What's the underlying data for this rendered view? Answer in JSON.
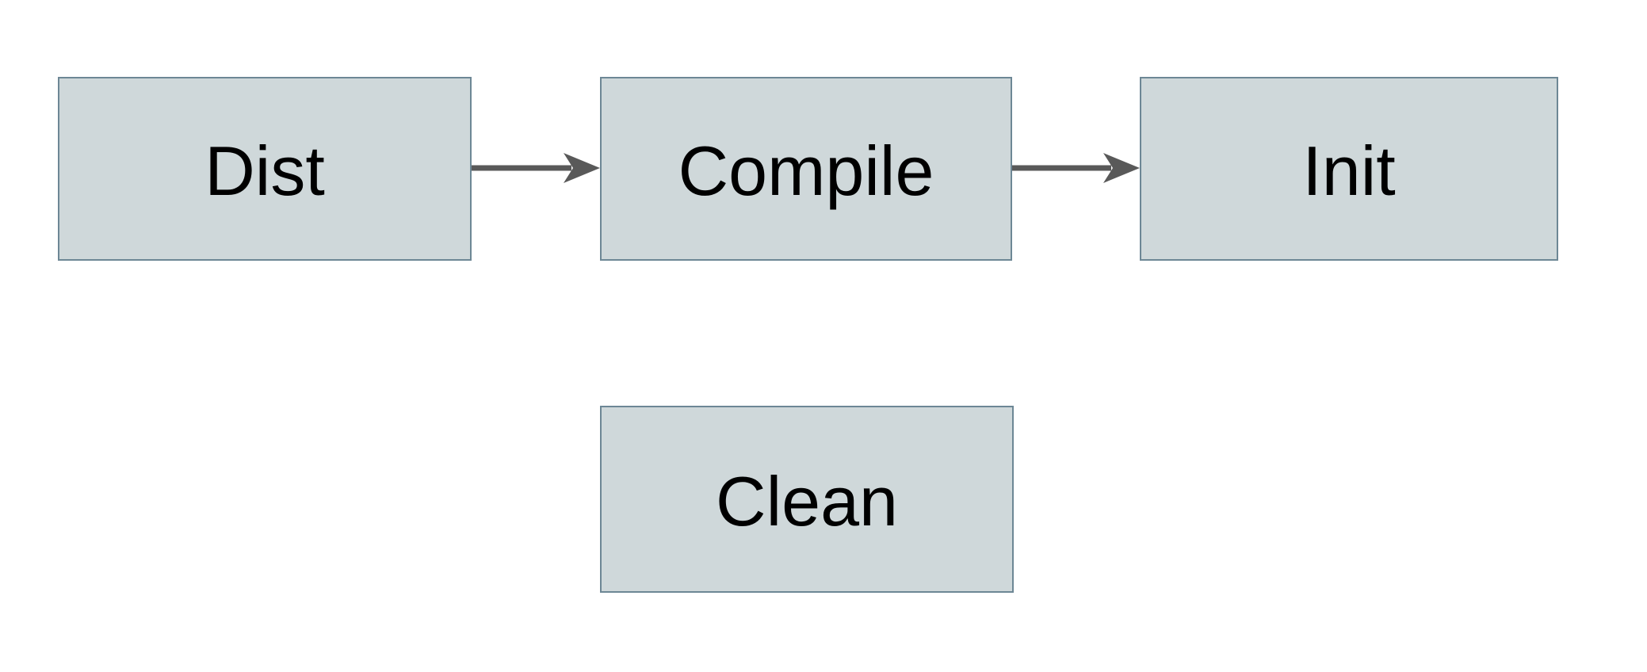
{
  "diagram": {
    "nodes": [
      {
        "id": "dist",
        "label": "Dist"
      },
      {
        "id": "compile",
        "label": "Compile"
      },
      {
        "id": "init",
        "label": "Init"
      },
      {
        "id": "clean",
        "label": "Clean"
      }
    ],
    "edges": [
      {
        "from": "Dist",
        "to": "Compile",
        "style": "solid-arrow"
      },
      {
        "from": "Compile",
        "to": "Init",
        "style": "solid-arrow"
      }
    ],
    "colors": {
      "background": "#ffffff",
      "node_fill": "#cfd8da",
      "node_border": "#6d8795",
      "arrow": "#595959",
      "text": "#000000"
    }
  }
}
